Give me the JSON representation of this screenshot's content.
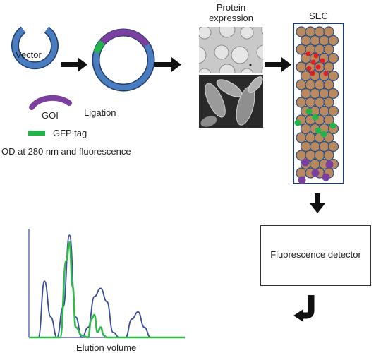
{
  "labels": {
    "vector": "Vector",
    "goi": "GOI",
    "ligation": "Ligation",
    "gfp_tag": "GFP tag",
    "od_fluorescence": "OD at 280 nm and fluorescence",
    "protein_expression_line1": "Protein",
    "protein_expression_line2": "expression",
    "sec": "SEC",
    "fluorescence_detector": "Fluorescence detector",
    "elution_volume": "Elution volume"
  },
  "colors": {
    "vector_blue": "#4a7cc0",
    "goi_purple": "#7b3fa0",
    "gfp_green": "#22b34a",
    "bead_brown": "#b9895f",
    "bead_outline": "#2f4f7f",
    "column_outline": "#1f3a6b",
    "red_protein": "#e02020",
    "arrow_black": "#111111",
    "trace_blue": "#3a4aa0",
    "trace_green": "#33b84a"
  },
  "icons": [
    "right-arrow-icon",
    "down-arrow-icon",
    "curved-down-left-arrow-icon"
  ],
  "chart_data": {
    "type": "line",
    "title": "",
    "xlabel": "Elution volume",
    "ylabel": "",
    "series": [
      {
        "x": [
          0,
          6,
          10,
          14,
          18,
          22,
          26,
          30,
          34,
          38,
          42,
          46,
          50,
          54,
          58,
          62,
          66,
          70,
          74,
          78,
          82,
          86,
          90,
          94,
          98,
          100
        ],
        "y": [
          0,
          0.0,
          0.55,
          0.2,
          0.0,
          0.3,
          1.0,
          0.2,
          0.0,
          0.1,
          0.4,
          0.48,
          0.35,
          0.05,
          0.0,
          0.0,
          0.18,
          0.25,
          0.1,
          0.0,
          0,
          0,
          0,
          0,
          0,
          0
        ]
      },
      {
        "x": [
          0,
          20,
          24,
          26,
          28,
          30,
          34,
          38,
          40,
          42,
          44,
          46,
          48,
          50,
          52,
          100
        ],
        "y": [
          0,
          0.0,
          0.75,
          0.93,
          0.5,
          0.1,
          0.02,
          0.0,
          0.18,
          0.22,
          0.05,
          0.1,
          0.02,
          0.0,
          0.0,
          0
        ]
      }
    ]
  }
}
